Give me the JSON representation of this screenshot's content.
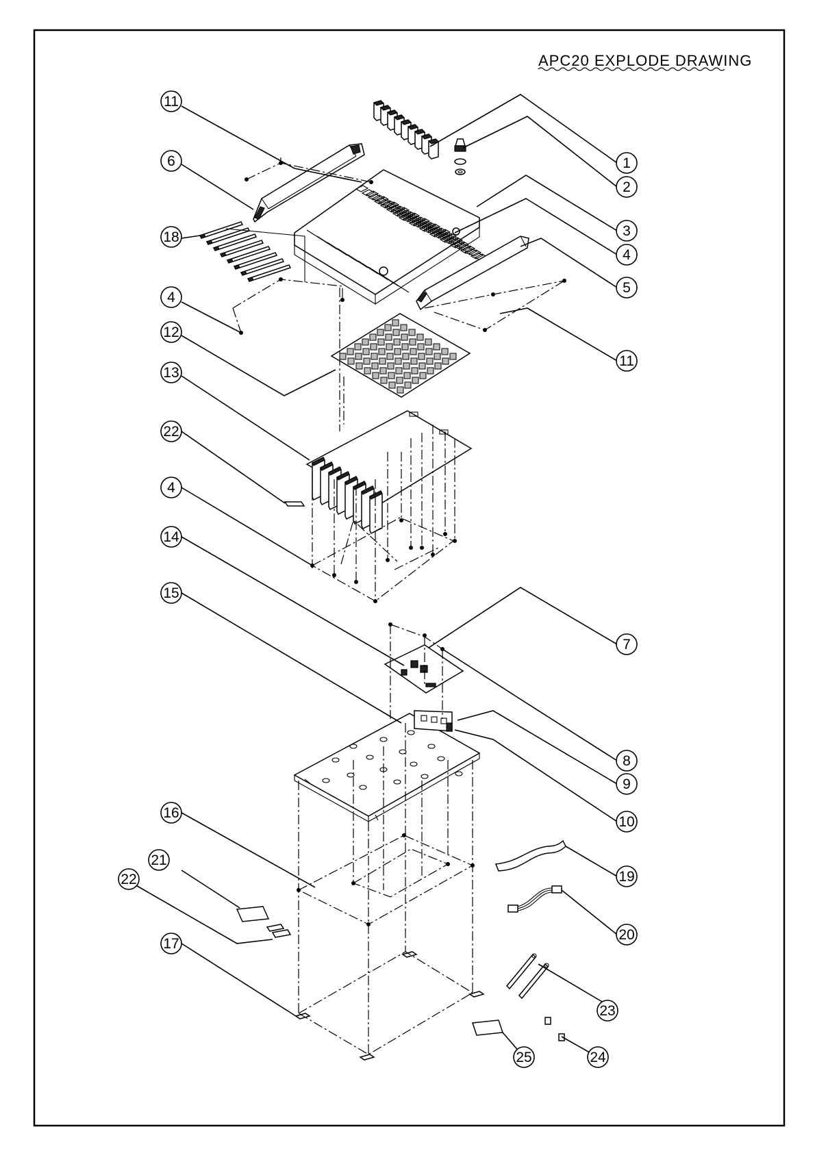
{
  "drawing": {
    "title": "APC20 EXPLODE DRAWING"
  },
  "callouts": [
    {
      "id": "c1",
      "label": "1"
    },
    {
      "id": "c2",
      "label": "2"
    },
    {
      "id": "c3",
      "label": "3"
    },
    {
      "id": "c4a",
      "label": "4"
    },
    {
      "id": "c5",
      "label": "5"
    },
    {
      "id": "c11a",
      "label": "11"
    },
    {
      "id": "c6",
      "label": "6"
    },
    {
      "id": "c18",
      "label": "18"
    },
    {
      "id": "c4b",
      "label": "4"
    },
    {
      "id": "c11b",
      "label": "11"
    },
    {
      "id": "c12",
      "label": "12"
    },
    {
      "id": "c13",
      "label": "13"
    },
    {
      "id": "c22a",
      "label": "22"
    },
    {
      "id": "c4c",
      "label": "4"
    },
    {
      "id": "c14",
      "label": "14"
    },
    {
      "id": "c15",
      "label": "15"
    },
    {
      "id": "c7",
      "label": "7"
    },
    {
      "id": "c8",
      "label": "8"
    },
    {
      "id": "c9",
      "label": "9"
    },
    {
      "id": "c10",
      "label": "10"
    },
    {
      "id": "c16",
      "label": "16"
    },
    {
      "id": "c19",
      "label": "19"
    },
    {
      "id": "c21",
      "label": "21"
    },
    {
      "id": "c22b",
      "label": "22"
    },
    {
      "id": "c20",
      "label": "20"
    },
    {
      "id": "c17",
      "label": "17"
    },
    {
      "id": "c23",
      "label": "23"
    },
    {
      "id": "c24",
      "label": "24"
    },
    {
      "id": "c25",
      "label": "25"
    }
  ]
}
